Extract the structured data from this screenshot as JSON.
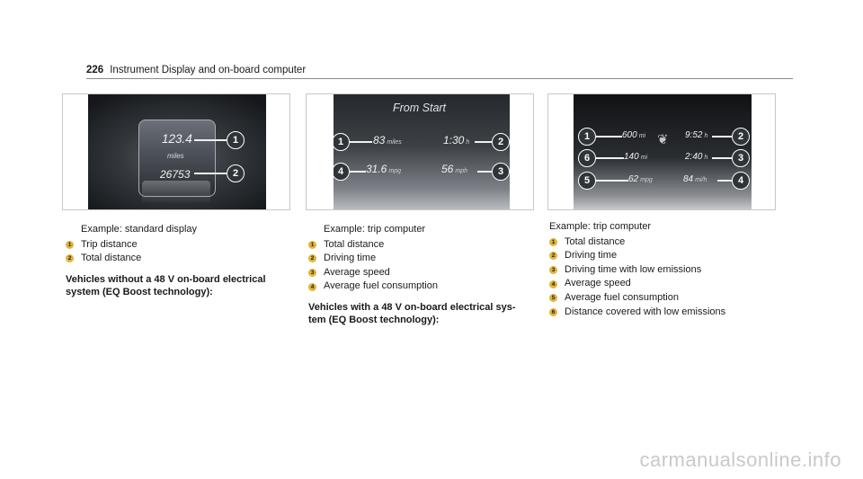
{
  "header": {
    "page_number": "226",
    "title": "Instrument Display and on-board computer"
  },
  "figure1": {
    "trip_value": "123.4",
    "unit": "miles",
    "total_value": "26753",
    "callouts": [
      "1",
      "2"
    ]
  },
  "figure2": {
    "screen_title": "From Start",
    "row1": {
      "left_value": "83",
      "left_unit": "miles",
      "right_value": "1:30",
      "right_unit": "h"
    },
    "row2": {
      "left_value": "31.6",
      "left_unit": "mpg",
      "right_value": "56",
      "right_unit": "mph"
    },
    "callouts": [
      "1",
      "2",
      "3",
      "4"
    ]
  },
  "figure3": {
    "row1": {
      "left_value": "600",
      "left_unit": "mi",
      "right_value": "9:52",
      "right_unit": "h"
    },
    "row2": {
      "left_value": "140",
      "left_unit": "mi",
      "right_value": "2:40",
      "right_unit": "h"
    },
    "row3": {
      "left_value": "62",
      "left_unit": "mpg",
      "right_value": "84",
      "right_unit": "mi/h"
    },
    "callouts": [
      "1",
      "2",
      "6",
      "3",
      "5",
      "4"
    ]
  },
  "caption1": {
    "example": "Example: standard display",
    "items": [
      {
        "num": "1",
        "text": "Trip distance"
      },
      {
        "num": "2",
        "text": "Total distance"
      }
    ],
    "note": "Vehicles without a 48 V on-board electrical system (EQ Boost technology):"
  },
  "caption2": {
    "example": "Example: trip computer",
    "items": [
      {
        "num": "1",
        "text": "Total distance"
      },
      {
        "num": "2",
        "text": "Driving time"
      },
      {
        "num": "3",
        "text": "Average speed"
      },
      {
        "num": "4",
        "text": "Average fuel consumption"
      }
    ],
    "note": "Vehicles with a 48 V on-board electrical sys- tem (EQ Boost technology):"
  },
  "caption3": {
    "example": "Example: trip computer",
    "items": [
      {
        "num": "1",
        "text": "Total distance"
      },
      {
        "num": "2",
        "text": "Driving time"
      },
      {
        "num": "3",
        "text": "Driving time with low emissions"
      },
      {
        "num": "4",
        "text": "Average speed"
      },
      {
        "num": "5",
        "text": "Average fuel consumption"
      },
      {
        "num": "6",
        "text": "Distance covered with low emissions"
      }
    ]
  },
  "watermark": "carmanualsonline.info",
  "colors": {
    "callout_badge": "#e0b43a",
    "display_dark": "#2f3438"
  }
}
